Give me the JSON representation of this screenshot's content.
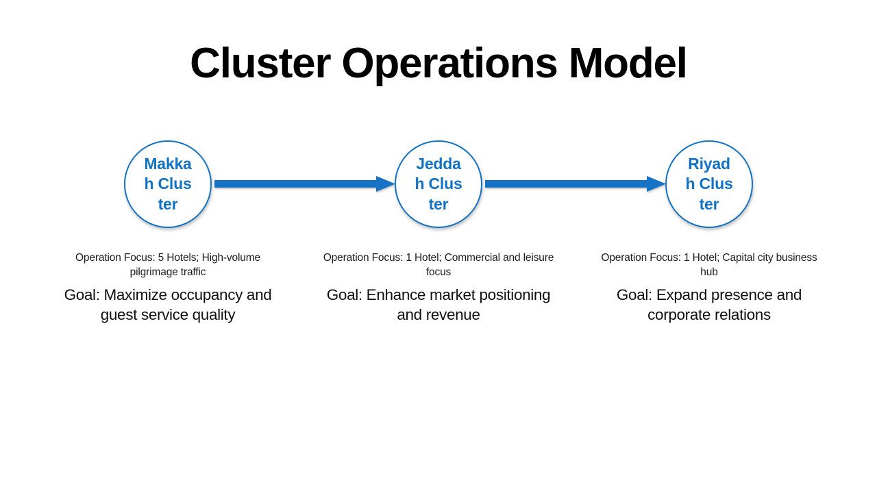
{
  "slide": {
    "title": "Cluster Operations Model",
    "accent_color": "#1272C4",
    "text_color": "#1c1c1c",
    "background_color": "#ffffff"
  },
  "diagram": {
    "type": "linear-flow",
    "nodes": [
      {
        "id": "makkah",
        "circle_label": "Makkah Cluster",
        "operation_focus": "Operation Focus: 5 Hotels; High-volume pilgrimage traffic",
        "goal": "Goal: Maximize occupancy and guest service quality"
      },
      {
        "id": "jeddah",
        "circle_label": "Jeddah Cluster",
        "operation_focus": "Operation Focus: 1 Hotel; Commercial and leisure focus",
        "goal": "Goal: Enhance market positioning and revenue"
      },
      {
        "id": "riyadh",
        "circle_label": "Riyadh Cluster",
        "operation_focus": "Operation Focus: 1 Hotel; Capital city business hub",
        "goal": "Goal: Expand presence and corporate relations"
      }
    ],
    "connectors": [
      {
        "from": "makkah",
        "to": "jeddah",
        "style": "arrow-right"
      },
      {
        "from": "jeddah",
        "to": "riyadh",
        "style": "arrow-right"
      }
    ]
  }
}
